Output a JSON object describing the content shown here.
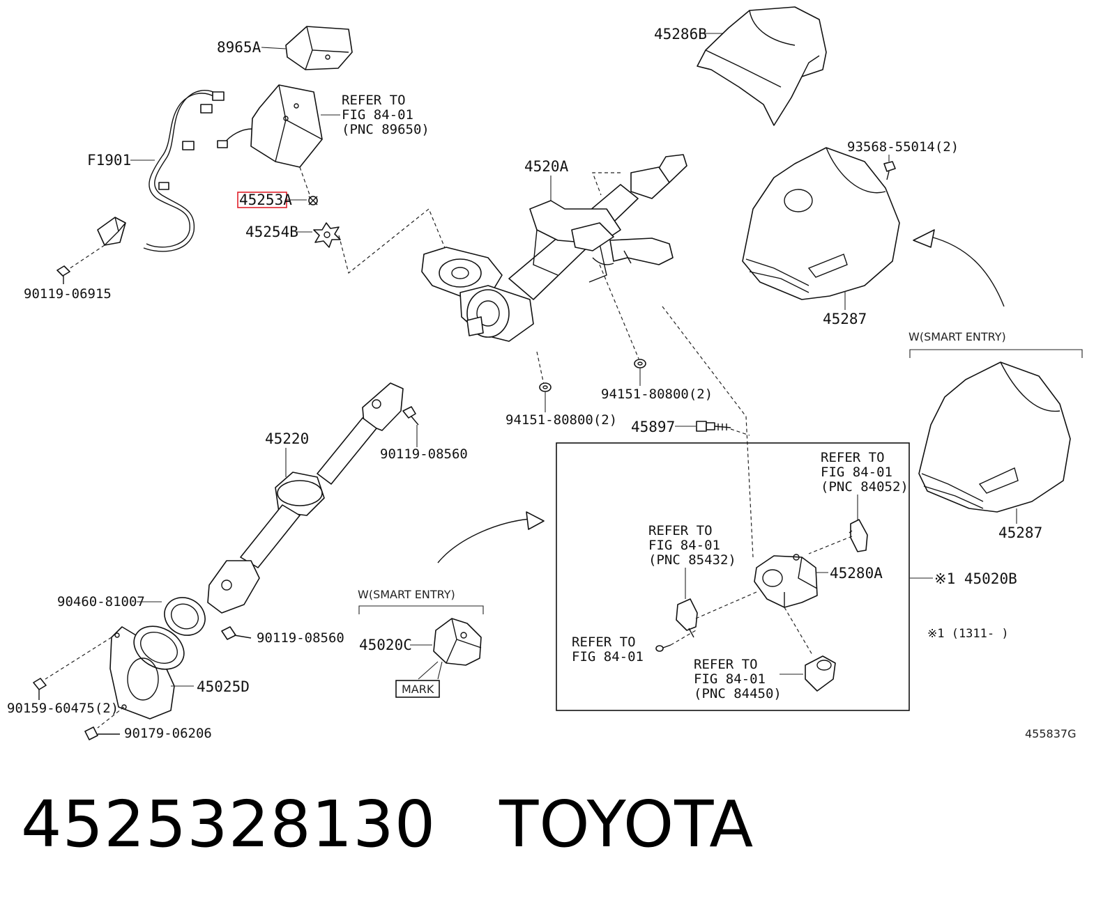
{
  "diagram": {
    "labels": {
      "p8965A": "8965A",
      "refer89650_1": "REFER TO",
      "refer89650_2": "FIG 84-01",
      "refer89650_3": "(PNC 89650)",
      "pF1901": "F1901",
      "p45253A": "45253A",
      "p45254B": "45254B",
      "p90119_06915": "90119-06915",
      "p4520A": "4520A",
      "p45286B": "45286B",
      "p93568": "93568-55014(2)",
      "p45287_top": "45287",
      "smartEntryRight": "W(SMART ENTRY)",
      "p45287_bottom": "45287",
      "p94151_a": "94151-80800(2)",
      "p94151_b": "94151-80800(2)",
      "p45897": "45897",
      "p45220": "45220",
      "p90119_08560_a": "90119-08560",
      "refer84052_1": "REFER TO",
      "refer84052_2": "FIG 84-01",
      "refer84052_3": "(PNC 84052)",
      "refer85432_1": "REFER TO",
      "refer85432_2": "FIG 84-01",
      "refer85432_3": "(PNC 85432)",
      "p45280A": "45280A",
      "p45020B": "※1 45020B",
      "note1311": "※1 (1311-    )",
      "smartEntryMid": "W(SMART ENTRY)",
      "p45020C": "45020C",
      "mark": "MARK",
      "p90460": "90460-81007",
      "p90119_08560_b": "90119-08560",
      "p45025D": "45025D",
      "p90159": "90159-60475(2)",
      "p90179": "90179-06206",
      "referFig_1": "REFER TO",
      "referFig_2": "FIG 84-01",
      "refer84450_1": "REFER TO",
      "refer84450_2": "FIG 84-01",
      "refer84450_3": "(PNC 84450)",
      "figureCode": "455837G"
    },
    "highlight_color": "#e0202a"
  },
  "footer": {
    "part_number": "4525328130",
    "brand": "TOYOTA"
  }
}
